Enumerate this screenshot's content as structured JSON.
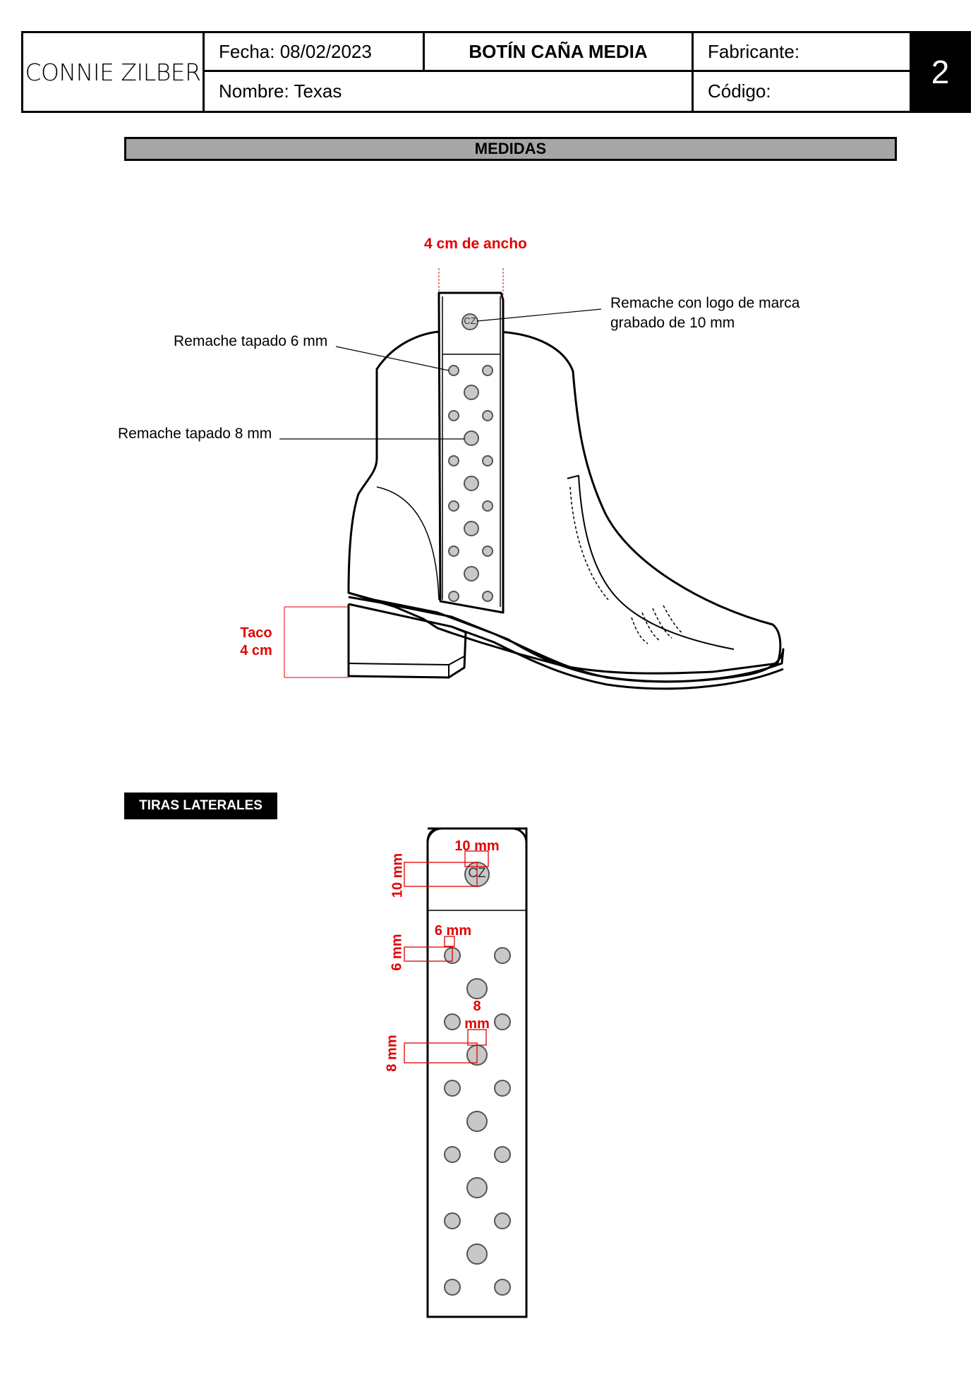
{
  "header": {
    "brand": "CONNIE ZILBER",
    "fecha": "Fecha:  08/02/2023",
    "model": "BOTÍN CAÑA MEDIA",
    "fabricante": "Fabricante:",
    "nombre": "Nombre: Texas",
    "codigo": "Código:",
    "page": "2"
  },
  "section_title": "MEDIDAS",
  "boot_callouts": {
    "width": "4 cm de ancho",
    "logo_rivet_1": "Remache con logo de marca",
    "logo_rivet_2": "grabado de 10 mm",
    "rivet_6": "Remache tapado 6 mm",
    "rivet_8": "Remache tapado 8 mm",
    "heel_1": "Taco",
    "heel_2": "4 cm",
    "logo_text": "CZ"
  },
  "strip_section": {
    "title": "TIRAS LATERALES",
    "dim_10_h": "10 mm",
    "dim_10_v": "10 mm",
    "dim_6_h": "6 mm",
    "dim_6_v": "6 mm",
    "dim_8_h1": "8",
    "dim_8_h2": "mm",
    "dim_8_v": "8 mm",
    "logo_text": "CZ"
  },
  "colors": {
    "accent_red": "#e10000",
    "rivet_fill": "#c8c8c8",
    "bar_gray": "#a6a6a6"
  }
}
